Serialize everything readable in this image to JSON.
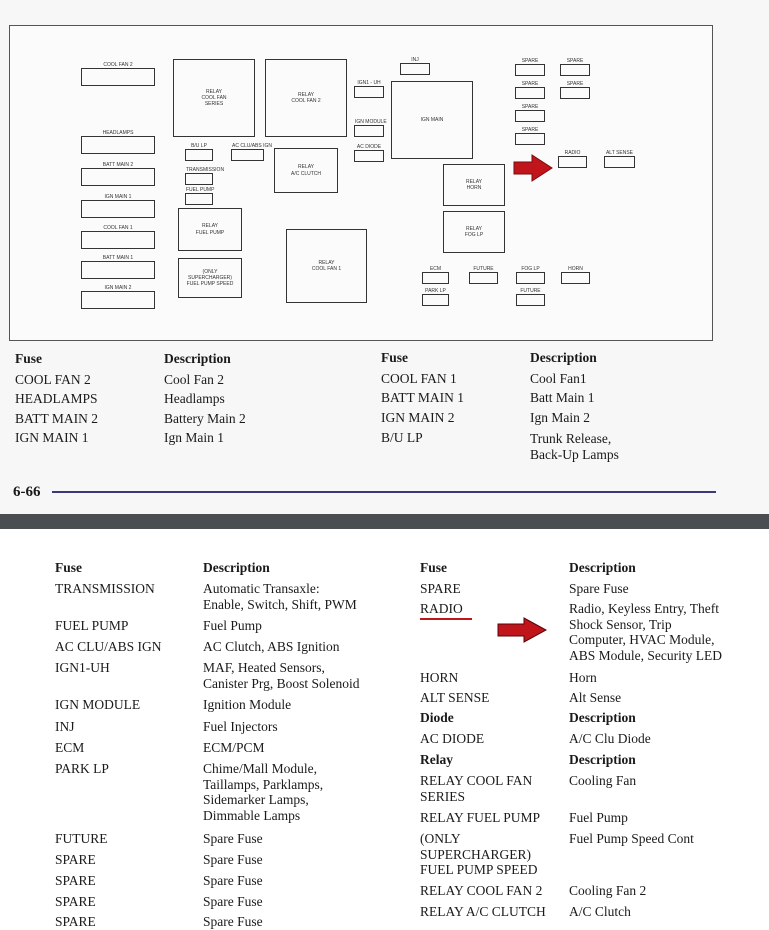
{
  "diagram": {
    "fuses": {
      "cool_fan_2": "COOL FAN 2",
      "headlamps": "HEADLAMPS",
      "batt_main_2": "BATT MAIN 2",
      "ign_main_1": "IGN MAIN 1",
      "cool_fan_1": "COOL FAN 1",
      "batt_main_1": "BATT MAIN 1",
      "ign_main_2": "IGN MAIN 2",
      "bu_lp": "B/U LP",
      "ac_clu_abs_ign": "AC CLU/ABS IGN",
      "transmission": "TRANSMISSION",
      "fuel_pump": "FUEL PUMP",
      "ign1_uh": "IGN1 - UH",
      "ign_module": "IGN MODULE",
      "ac_diode": "AC DIODE",
      "inj": "INJ",
      "spare": "SPARE",
      "radio": "RADIO",
      "alt_sense": "ALT SENSE",
      "ecm": "ECM",
      "future": "FUTURE",
      "fog_lp": "FOG LP",
      "horn": "HORN",
      "park_lp": "PARK LP"
    },
    "relays": {
      "cool_fan_series": "RELAY\nCOOL FAN\nSERIES",
      "cool_fan_2": "RELAY\nCOOL FAN 2",
      "ign_main": "IGN MAIN",
      "ac_clutch": "RELAY\nA/C CLUTCH",
      "fuel_pump": "RELAY\nFUEL PUMP",
      "supercharger": "(ONLY\nSUPERCHARGER)\nFUEL PUMP SPEED",
      "cool_fan_1": "RELAY\nCOOL FAN 1",
      "horn": "RELAY\nHORN",
      "fog_lp": "RELAY\nFOG LP"
    }
  },
  "top_table": {
    "headers": {
      "fuse": "Fuse",
      "description": "Description"
    },
    "left": [
      {
        "fuse": "COOL FAN 2",
        "desc": "Cool Fan 2"
      },
      {
        "fuse": "HEADLAMPS",
        "desc": "Headlamps"
      },
      {
        "fuse": "BATT MAIN 2",
        "desc": "Battery Main 2"
      },
      {
        "fuse": "IGN MAIN 1",
        "desc": "Ign Main 1"
      }
    ],
    "right": [
      {
        "fuse": "COOL FAN 1",
        "desc": "Cool Fan1"
      },
      {
        "fuse": "BATT MAIN 1",
        "desc": "Batt Main 1"
      },
      {
        "fuse": "IGN MAIN 2",
        "desc": "Ign Main 2"
      },
      {
        "fuse": "B/U LP",
        "desc": "Trunk Release,\nBack-Up Lamps"
      }
    ]
  },
  "page_number": "6-66",
  "bottom_table": {
    "headers": {
      "fuse": "Fuse",
      "description": "Description",
      "diode": "Diode",
      "relay": "Relay"
    },
    "left": [
      {
        "fuse": "TRANSMISSION",
        "desc": "Automatic Transaxle:\nEnable, Switch, Shift, PWM"
      },
      {
        "fuse": "FUEL PUMP",
        "desc": "Fuel Pump"
      },
      {
        "fuse": "AC CLU/ABS IGN",
        "desc": "AC Clutch, ABS Ignition"
      },
      {
        "fuse": "IGN1-UH",
        "desc": "MAF, Heated Sensors,\nCanister Prg, Boost Solenoid"
      },
      {
        "fuse": "IGN MODULE",
        "desc": "Ignition Module"
      },
      {
        "fuse": "INJ",
        "desc": "Fuel Injectors"
      },
      {
        "fuse": "ECM",
        "desc": "ECM/PCM"
      },
      {
        "fuse": "PARK LP",
        "desc": "Chime/Mall Module,\nTaillamps, Parklamps,\nSidemarker Lamps,\nDimmable Lamps"
      },
      {
        "fuse": "FUTURE",
        "desc": "Spare Fuse"
      },
      {
        "fuse": "SPARE",
        "desc": "Spare Fuse"
      },
      {
        "fuse": "SPARE",
        "desc": "Spare Fuse"
      },
      {
        "fuse": "SPARE",
        "desc": "Spare Fuse"
      },
      {
        "fuse": "SPARE",
        "desc": "Spare Fuse"
      }
    ],
    "right_fuses": [
      {
        "fuse": "SPARE",
        "desc": "Spare Fuse"
      },
      {
        "fuse": "RADIO",
        "desc": "Radio, Keyless Entry, Theft\nShock Sensor, Trip\nComputer, HVAC Module,\nABS Module, Security LED"
      },
      {
        "fuse": "HORN",
        "desc": "Horn"
      },
      {
        "fuse": "ALT SENSE",
        "desc": "Alt Sense"
      }
    ],
    "diodes": [
      {
        "fuse": "AC DIODE",
        "desc": "A/C Clu Diode"
      }
    ],
    "relays": [
      {
        "fuse": "RELAY COOL FAN\nSERIES",
        "desc": "Cooling Fan"
      },
      {
        "fuse": "RELAY FUEL PUMP",
        "desc": "Fuel Pump"
      },
      {
        "fuse": "(ONLY\nSUPERCHARGER)\nFUEL PUMP SPEED",
        "desc": "Fuel Pump Speed Cont"
      },
      {
        "fuse": "RELAY COOL FAN 2",
        "desc": "Cooling Fan 2"
      },
      {
        "fuse": "RELAY A/C CLUTCH",
        "desc": "A/C Clutch"
      }
    ]
  },
  "colors": {
    "arrow": "#c0151b",
    "underline": "#c0151b",
    "rule": "#3a3a7a",
    "separator": "#4a4d52"
  }
}
